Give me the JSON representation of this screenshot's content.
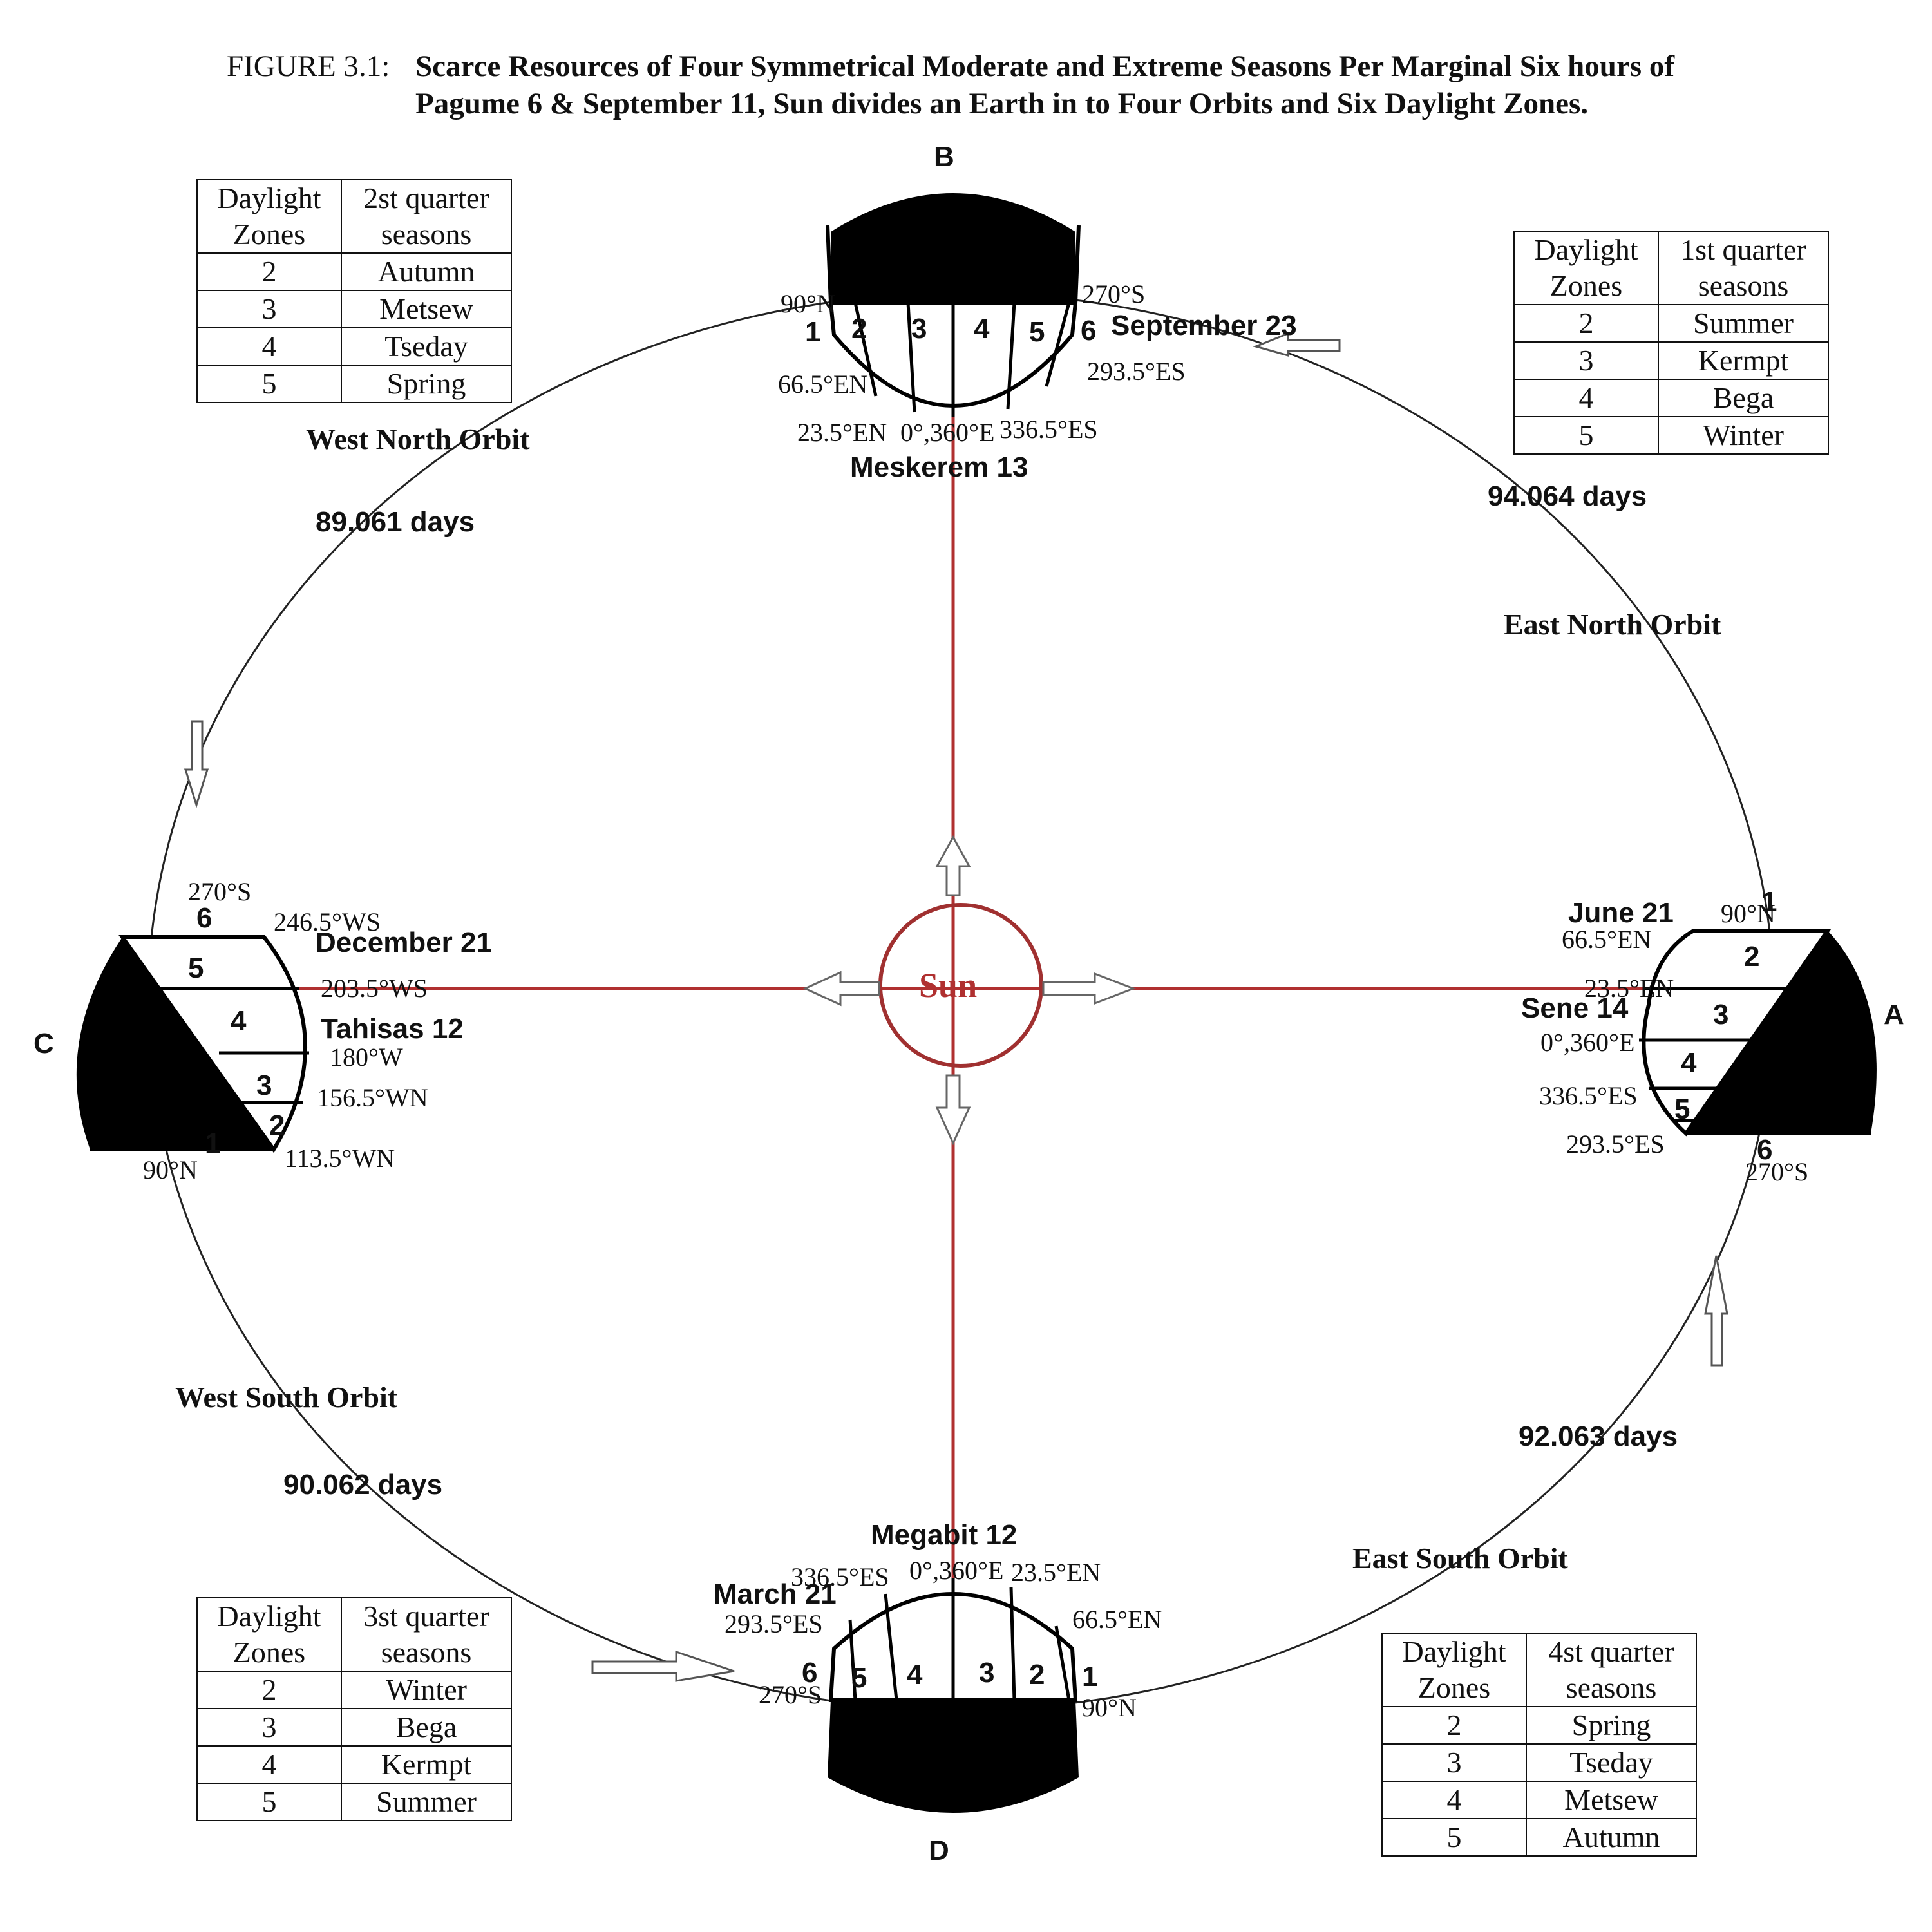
{
  "title": {
    "prefix": "FIGURE  3.1:",
    "line1": "Scarce Resources of Four Symmetrical Moderate and Extreme Seasons Per Marginal Six hours of",
    "line2": "Pagume 6 & September 11, Sun divides an Earth in to Four Orbits and Six Daylight Zones."
  },
  "sun_label": "Sun",
  "points": {
    "a": "A",
    "b": "B",
    "c": "C",
    "d": "D"
  },
  "orbits": {
    "west_north": "West North Orbit",
    "east_north": "East North Orbit",
    "west_south": "West South Orbit",
    "east_south": "East South Orbit"
  },
  "days": {
    "west_north": "89.061 days",
    "east_north": "94.064 days",
    "west_south": "90.062 days",
    "east_south": "92.063 days"
  },
  "dates": {
    "september_23": "September 23",
    "meskerem_13": "Meskerem 13",
    "june_21": "June 21",
    "sene_14": "Sene 14",
    "december_21": "December 21",
    "tahisas_12": "Tahisas 12",
    "march_21": "March 21",
    "megabit_12": "Megabit 12"
  },
  "earth_b": {
    "lat_90n": "90°N",
    "lat_270s": "270°S",
    "lat_665en": "66.5°EN",
    "lat_2935es": "293.5°ES",
    "lat_235en": "23.5°EN",
    "lat_0360e": "0°,360°E",
    "lat_3365es": "336.5°ES",
    "zones": [
      "1",
      "2",
      "3",
      "4",
      "5",
      "6"
    ]
  },
  "earth_a": {
    "lat_90n": "90°N",
    "lat_665en": "66.5°EN",
    "lat_235en": "23.5°EN",
    "lat_0360e": "0°,360°E",
    "lat_3365es": "336.5°ES",
    "lat_2935es": "293.5°ES",
    "lat_270s": "270°S",
    "zones": [
      "1",
      "2",
      "3",
      "4",
      "5",
      "6"
    ]
  },
  "earth_c": {
    "lat_270s": "270°S",
    "lat_2465ws": "246.5°WS",
    "lat_2035ws": "203.5°WS",
    "lat_180w": "180°W",
    "lat_1565wn": "156.5°WN",
    "lat_1135wn": "113.5°WN",
    "lat_90n": "90°N",
    "zones": [
      "1",
      "2",
      "3",
      "4",
      "5",
      "6"
    ]
  },
  "earth_d": {
    "lat_3365es": "336.5°ES",
    "lat_0360e": "0°,360°E",
    "lat_235en": "23.5°EN",
    "lat_2935es": "293.5°ES",
    "lat_665en": "66.5°EN",
    "lat_270s": "270°S",
    "lat_90n": "90°N",
    "zones": [
      "1",
      "2",
      "3",
      "4",
      "5",
      "6"
    ]
  },
  "tables": {
    "q2": {
      "header": [
        "Daylight Zones",
        "2st quarter seasons"
      ],
      "rows": [
        [
          "2",
          "Autumn"
        ],
        [
          "3",
          "Metsew"
        ],
        [
          "4",
          "Tseday"
        ],
        [
          "5",
          "Spring"
        ]
      ]
    },
    "q1": {
      "header": [
        "Daylight Zones",
        "1st quarter seasons"
      ],
      "rows": [
        [
          "2",
          "Summer"
        ],
        [
          "3",
          "Kermpt"
        ],
        [
          "4",
          "Bega"
        ],
        [
          "5",
          "Winter"
        ]
      ]
    },
    "q3": {
      "header": [
        "Daylight Zones",
        "3st quarter seasons"
      ],
      "rows": [
        [
          "2",
          "Winter"
        ],
        [
          "3",
          "Bega"
        ],
        [
          "4",
          "Kermpt"
        ],
        [
          "5",
          "Summer"
        ]
      ]
    },
    "q4": {
      "header": [
        "Daylight Zones",
        "4st quarter seasons"
      ],
      "rows": [
        [
          "2",
          "Spring"
        ],
        [
          "3",
          "Tseday"
        ],
        [
          "4",
          "Metsew"
        ],
        [
          "5",
          "Autumn"
        ]
      ]
    }
  },
  "colors": {
    "axis": "#b03030",
    "ink": "#111111",
    "background": "#ffffff"
  }
}
